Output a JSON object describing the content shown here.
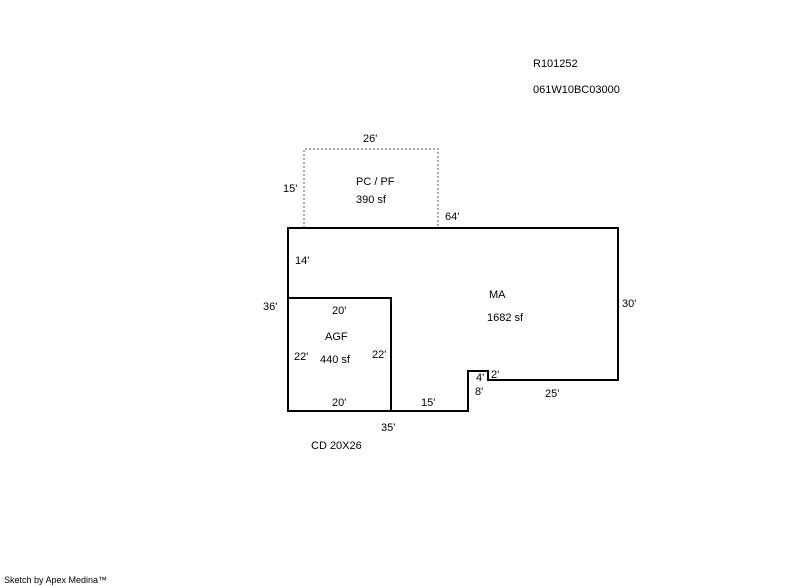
{
  "header": {
    "account_id": "R101252",
    "map_tax_lot": "061W10BC03000"
  },
  "areas": {
    "porch": {
      "code": "PC / PF",
      "area": "390 sf"
    },
    "main": {
      "code": "MA",
      "area": "1682 sf"
    },
    "garage": {
      "code": "AGF",
      "area": "440 sf"
    }
  },
  "dimensions": {
    "porch_top": "26'",
    "porch_left": "15'",
    "main_top_right": "64'",
    "main_left_upper": "14'",
    "main_left_total": "36'",
    "main_right": "30'",
    "garage_top": "20'",
    "garage_left": "22'",
    "garage_right": "22'",
    "garage_bottom": "20'",
    "bottom_mid": "15'",
    "bottom_total": "35'",
    "notch_height": "4'",
    "notch_width": "2'",
    "notch_side": "8'",
    "bottom_right": "25'"
  },
  "notes": {
    "detached": "CD  20X26"
  },
  "footer": {
    "credit": "Sketch by Apex Medina™"
  }
}
